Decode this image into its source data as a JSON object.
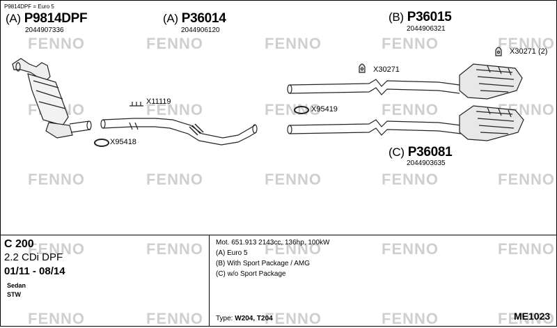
{
  "header_note": "P9814DPF = Euro 5",
  "watermark": "FENNO",
  "parts": [
    {
      "variant": "(A)",
      "code": "P9814DPF",
      "oem": "2044907336"
    },
    {
      "variant": "(A)",
      "code": "P36014",
      "oem": "2044906120"
    },
    {
      "variant": "(B)",
      "code": "P36015",
      "oem": "2044906321"
    },
    {
      "variant": "(C)",
      "code": "P36081",
      "oem": "2044903635"
    }
  ],
  "fittings": [
    "X11119",
    "X95418",
    "X30271",
    "X95419",
    "X30271 (2)"
  ],
  "vehicle": {
    "model": "C 200",
    "engine": "2.2 CDi DPF",
    "years": "01/11 - 08/14",
    "body_types": [
      "Sedan",
      "STW"
    ]
  },
  "specs": {
    "motor": "Mot. 651.913 2143cc, 136hp, 100kW",
    "notes": [
      "(A) Euro 5",
      "(B) With Sport Package / AMG",
      "(C) w/o Sport Package"
    ],
    "type_label": "Type:",
    "type_value": "W204, T204"
  },
  "diagram_code": "ME1023"
}
